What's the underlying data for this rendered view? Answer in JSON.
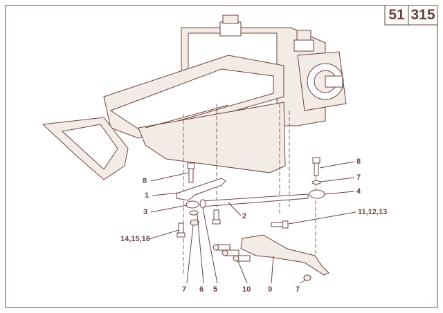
{
  "reference": {
    "group": "51",
    "page": "315"
  },
  "colors": {
    "line": "#6b3f3f",
    "background": "#ffffff"
  },
  "callouts": [
    {
      "id": "8",
      "text": "8"
    },
    {
      "id": "1",
      "text": "1"
    },
    {
      "id": "3",
      "text": "3"
    },
    {
      "id": "2",
      "text": "2"
    },
    {
      "id": "14-15-16",
      "text": "14,15,16"
    },
    {
      "id": "7a",
      "text": "7"
    },
    {
      "id": "6",
      "text": "6"
    },
    {
      "id": "5",
      "text": "5"
    },
    {
      "id": "10",
      "text": "10"
    },
    {
      "id": "9",
      "text": "9"
    },
    {
      "id": "7b",
      "text": "7"
    },
    {
      "id": "8b",
      "text": "8"
    },
    {
      "id": "7c",
      "text": "7"
    },
    {
      "id": "4",
      "text": "4"
    },
    {
      "id": "11-12-13",
      "text": "11,12,13"
    }
  ]
}
